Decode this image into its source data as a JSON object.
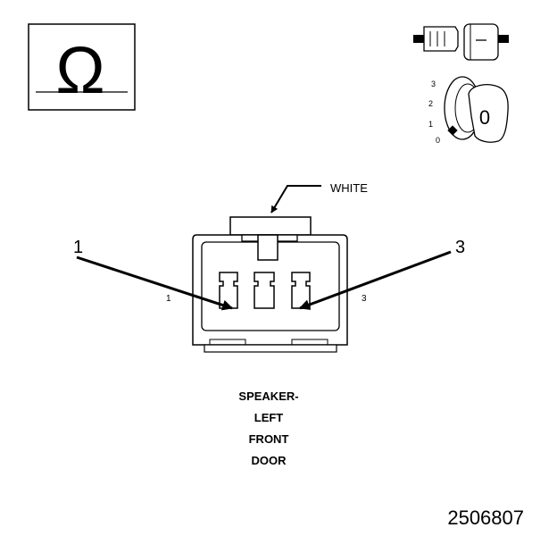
{
  "ohm_symbol": "Ω",
  "ignition": {
    "positions": [
      "3",
      "2",
      "1",
      "0"
    ],
    "key_label": "0"
  },
  "wire_color_label": "WHITE",
  "callouts": {
    "left": "1",
    "right": "3"
  },
  "cavity_labels": {
    "left": "1",
    "right": "3"
  },
  "caption": [
    "SPEAKER-",
    "LEFT",
    "FRONT",
    "DOOR"
  ],
  "figure_number": "2506807"
}
